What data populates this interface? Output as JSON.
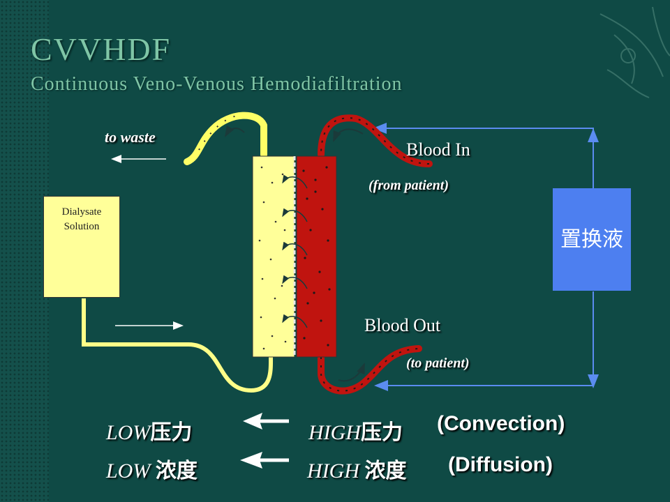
{
  "title": "CVVHDF",
  "subtitle": "Continuous Veno-Venous Hemodiafiltration",
  "labels": {
    "to_waste": "to waste",
    "blood_in": "Blood In",
    "from_patient": "(from patient)",
    "blood_out": "Blood Out",
    "to_patient": "(to patient)",
    "dialysate_line1": "Dialysate",
    "dialysate_line2": "Solution",
    "replacement_fluid": "置换液"
  },
  "legend": [
    {
      "low_en": "LOW",
      "low_cn": "压力",
      "high_en": "HIGH",
      "high_cn": "压力",
      "mechanism": "(Convection)"
    },
    {
      "low_en": "LOW ",
      "low_cn": "浓度",
      "high_en": "HIGH ",
      "high_cn": "浓度",
      "mechanism": "(Diffusion)"
    }
  ],
  "colors": {
    "background": "#0f4a45",
    "title": "#7fc5a6",
    "dialysate_tube": "#ffff88",
    "dialysate_box": "#ffff99",
    "blood": "#c0140f",
    "replacement_box": "#4d7ff0",
    "replacement_line": "#5b8cf0",
    "arrow": "#ffffff"
  }
}
